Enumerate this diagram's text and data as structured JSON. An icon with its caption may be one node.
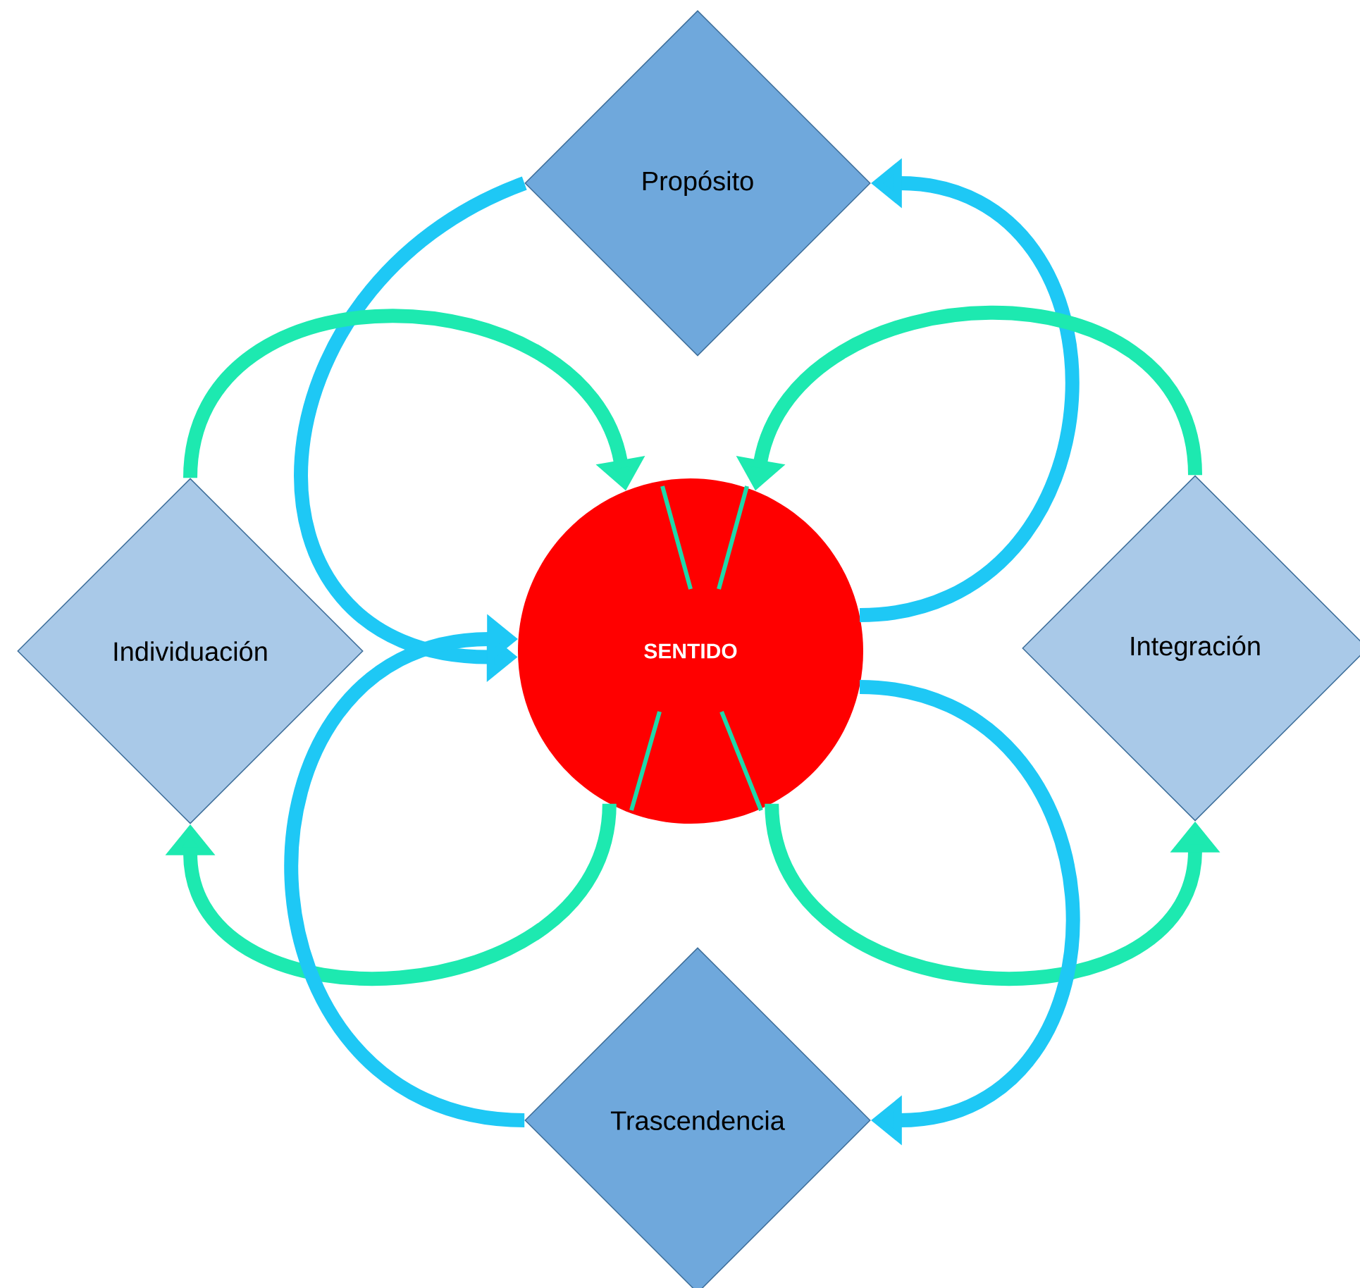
{
  "diagram": {
    "nodes": [
      {
        "text": [
          "Propósito"
        ]
      },
      {
        "text": [
          "Individuación"
        ]
      },
      {
        "text": [
          "SENTIDO"
        ]
      },
      {
        "text": [
          "Integración"
        ]
      },
      {
        "text": [
          "Trascendencia"
        ]
      }
    ],
    "edges": [
      {
        "from": 0,
        "to": 2,
        "arrow": "to"
      },
      {
        "from": 2,
        "to": 0,
        "arrow": "to"
      },
      {
        "from": 1,
        "to": 2,
        "arrow": "to",
        "color": "#1de9b0"
      },
      {
        "from": 3,
        "to": 2,
        "arrow": "to",
        "color": "#1de9b0"
      },
      {
        "from": 2,
        "to": 1,
        "arrow": "to",
        "color": "#1de9b0"
      },
      {
        "from": 2,
        "to": 3,
        "arrow": "to",
        "color": "#1de9b0"
      },
      {
        "from": 4,
        "to": 2,
        "arrow": "to"
      },
      {
        "from": 2,
        "to": 4,
        "arrow": "to"
      }
    ]
  }
}
